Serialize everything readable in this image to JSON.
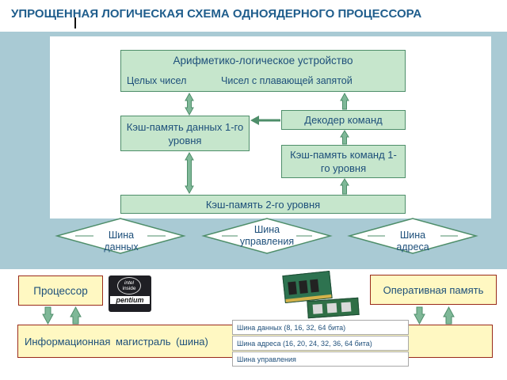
{
  "title": "УПРОЩЕННАЯ ЛОГИЧЕСКАЯ СХЕМА ОДНОЯДЕРНОГО ПРОЦЕССОРА",
  "cpu": {
    "alu": {
      "title": "Арифметико-логическое устройство",
      "int_label": "Целых чисел",
      "float_label": "Чисел с плавающей запятой"
    },
    "l1_data_cache": "Кэш-память данных 1-го уровня",
    "instruction_decoder": "Декодер команд",
    "l1_instr_cache": "Кэш-память команд 1-го уровня",
    "l2_cache": "Кэш-память 2-го уровня"
  },
  "buses": {
    "data_bus": "Шина данных",
    "control_bus": "Шина управления",
    "address_bus": "Шина адреса"
  },
  "system": {
    "processor": "Процессор",
    "ram": "Оперативная память",
    "system_bus": "Информационная магистраль (шина)",
    "bus_types": [
      "Шина данных (8, 16, 32, 64 бита)",
      "Шина адреса (16, 20, 24, 32, 36, 64 бита)",
      "Шина управления"
    ]
  },
  "logo": {
    "intel_line1": "intel",
    "intel_line2": "inside",
    "brand": "pentium"
  },
  "colors": {
    "title": "#1f5d8c",
    "band": "#a9cad4",
    "block_fill": "#c6e6cc",
    "block_border": "#4e8e6a",
    "arrow": "#4e8e6a",
    "yellow_box": "#fff8c2",
    "yellow_border": "#9a2b1a"
  }
}
